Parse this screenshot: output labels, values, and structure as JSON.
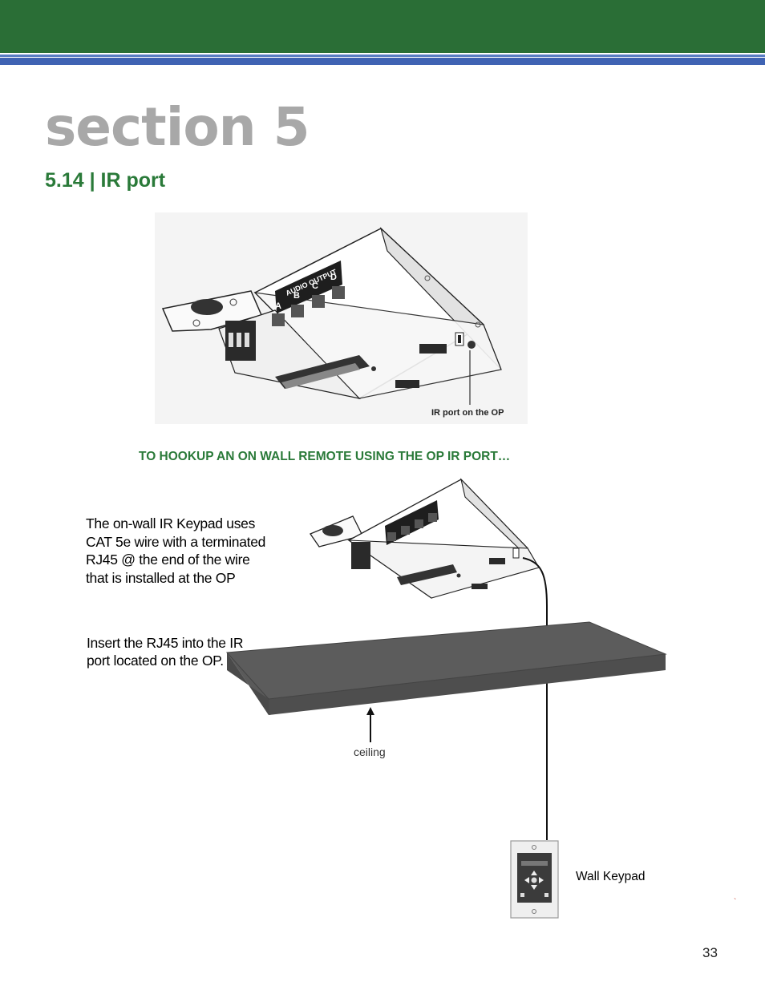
{
  "header": {
    "section_title": "section 5",
    "subsection_title": "5.14 | IR port"
  },
  "figure1": {
    "device_labels": [
      "AUDIO OUTPUT",
      "A",
      "B",
      "C",
      "D"
    ],
    "callout": "IR port on the OP"
  },
  "instructions": {
    "heading": "TO HOOKUP AN ON WALL REMOTE USING THE OP IR PORT…",
    "note1": "The on-wall IR Keypad uses CAT 5e wire with a terminated RJ45 @ the end of the wire that is installed at the OP",
    "note2": "Insert the RJ45 into the IR port located on the OP."
  },
  "figure2": {
    "ceiling_label": "ceiling",
    "keypad_label": "Wall Keypad"
  },
  "footer": {
    "page_number": "33",
    "mark": "`"
  },
  "colors": {
    "header_green": "#2a6e36",
    "header_blue": "#3f63b3",
    "accent_green": "#2a7a39",
    "title_gray": "#a8a8a8"
  }
}
